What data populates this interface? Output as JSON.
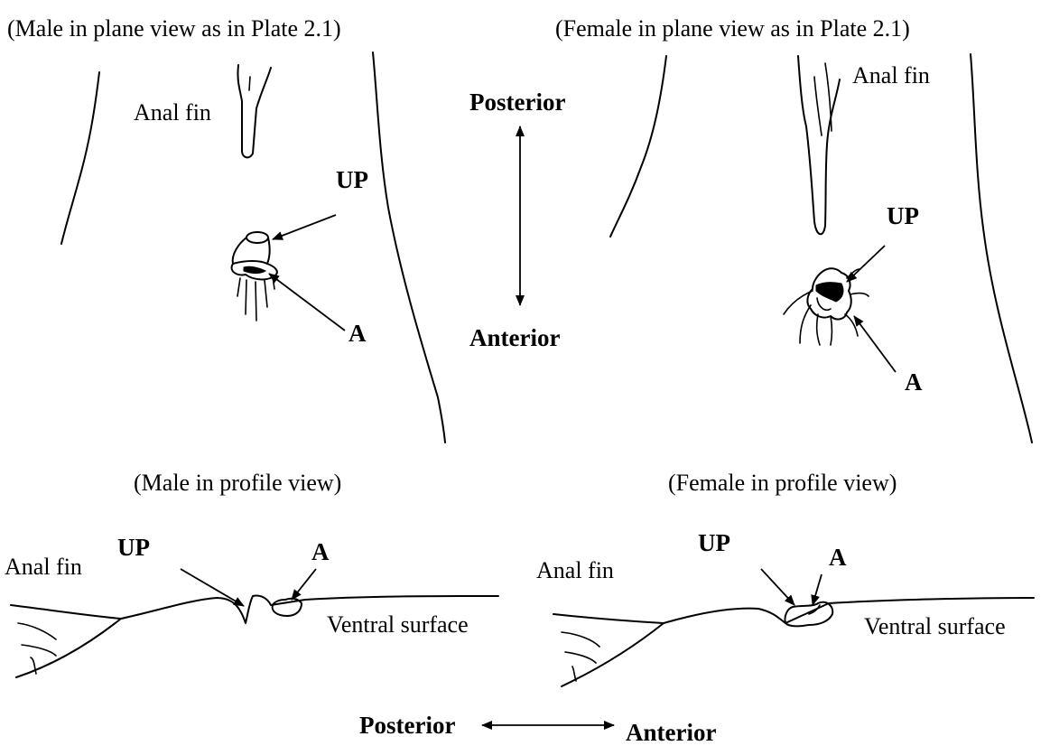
{
  "captions": {
    "male_plane": "(Male in plane view as in Plate 2.1)",
    "female_plane": "(Female in plane view as in Plate 2.1)",
    "male_profile": "(Male in profile view)",
    "female_profile": "(Female in profile view)"
  },
  "labels": {
    "anal_fin": "Anal fin",
    "up": "UP",
    "a": "A",
    "ventral_surface": "Ventral surface"
  },
  "orientation": {
    "posterior": "Posterior",
    "anterior": "Anterior"
  }
}
